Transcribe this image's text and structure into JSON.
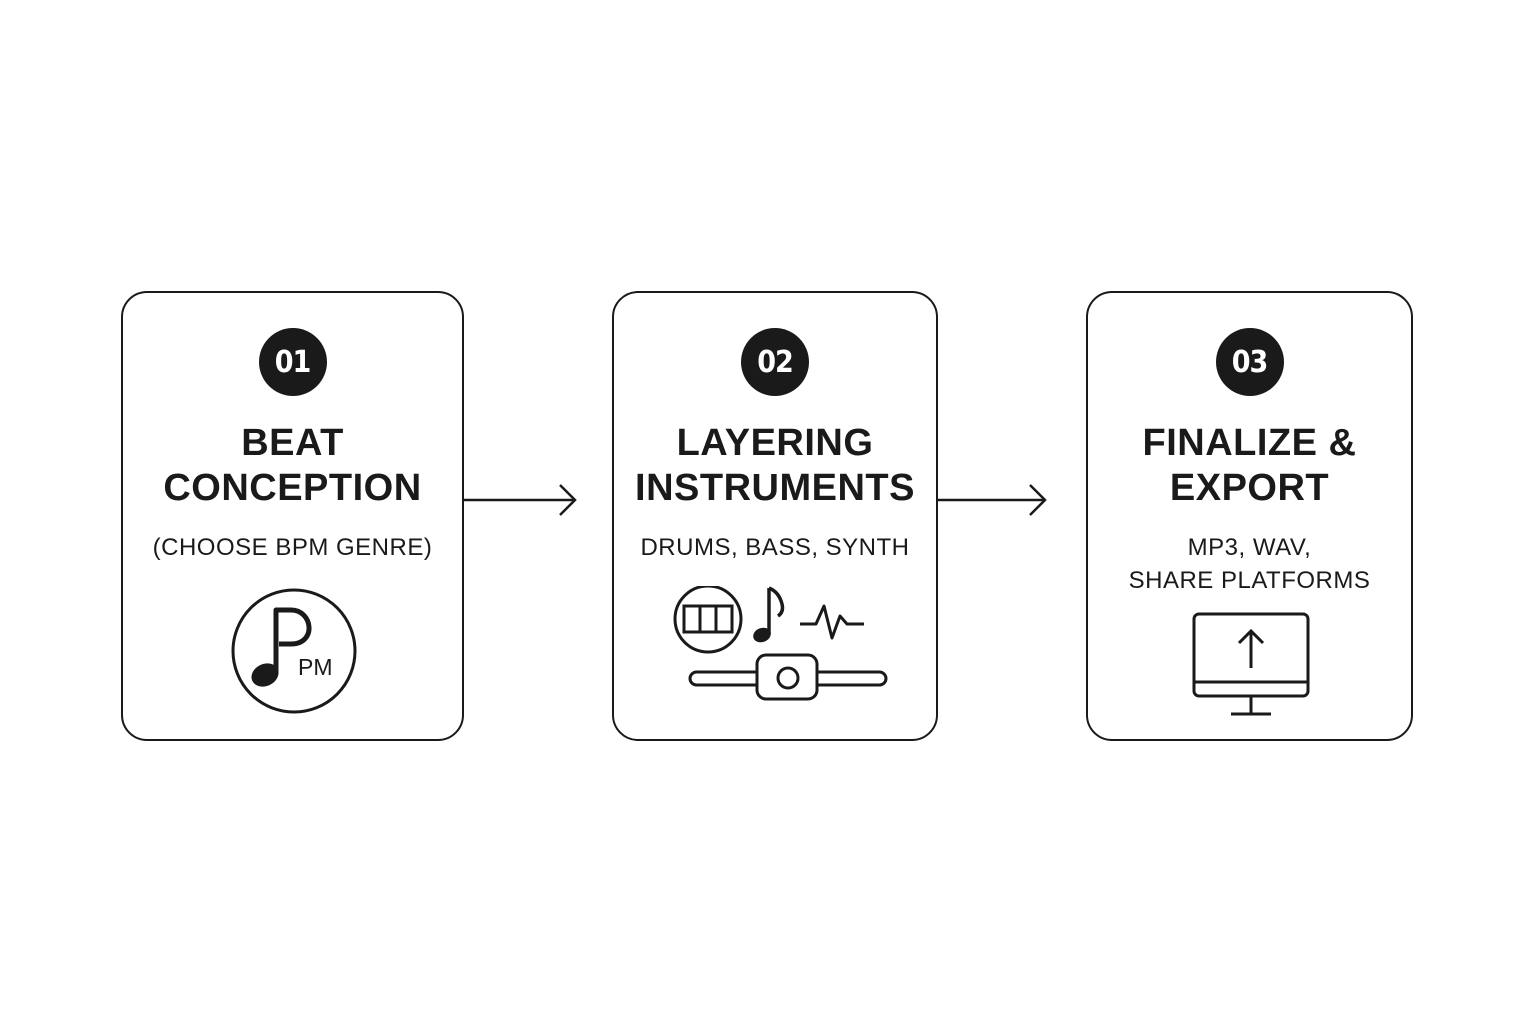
{
  "steps": [
    {
      "number": "01",
      "title_lines": [
        "BEAT",
        "CONCEPTION"
      ],
      "subtitle_lines": [
        "(CHOOSE BPM GENRE)"
      ],
      "icon": "bpm-note-icon",
      "icon_text": "PM"
    },
    {
      "number": "02",
      "title_lines": [
        "LAYERING",
        "INSTRUMENTS"
      ],
      "subtitle_lines": [
        "DRUMS, BASS, SYNTH"
      ],
      "icon": "instruments-mixer-icon"
    },
    {
      "number": "03",
      "title_lines": [
        "FINALIZE &",
        "EXPORT"
      ],
      "subtitle_lines": [
        "MP3, WAV,",
        "SHARE PLATFORMS"
      ],
      "icon": "monitor-upload-icon"
    }
  ],
  "connectors": [
    "arrow-right-icon",
    "arrow-right-icon"
  ],
  "colors": {
    "ink": "#1a1a1a",
    "background": "#ffffff"
  }
}
